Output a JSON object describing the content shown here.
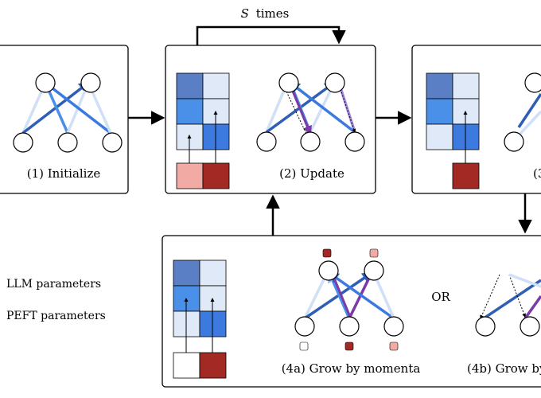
{
  "loop_label": "times",
  "loop_var": "S",
  "panels": {
    "initialize": "(1) Initialize",
    "update": "(2) Update",
    "third": "(3",
    "grow_momenta": "(4a) Grow by momenta",
    "grow_b": "(4b) Grow by"
  },
  "or_label": "OR",
  "legend": {
    "llm": "LLM parameters",
    "peft": "PEFT parameters"
  },
  "colors": {
    "dark_blue": "#5b7fc4",
    "mid_blue": "#4a90e8",
    "light_blue": "#cfe0f7",
    "bright_blue": "#3d7ae0",
    "dark_red": "#a32a24",
    "light_red": "#f2aaa4",
    "purple": "#7a3aa8",
    "edge_light": "#c8dcf5",
    "edge_dark": "#2f5fb5"
  }
}
